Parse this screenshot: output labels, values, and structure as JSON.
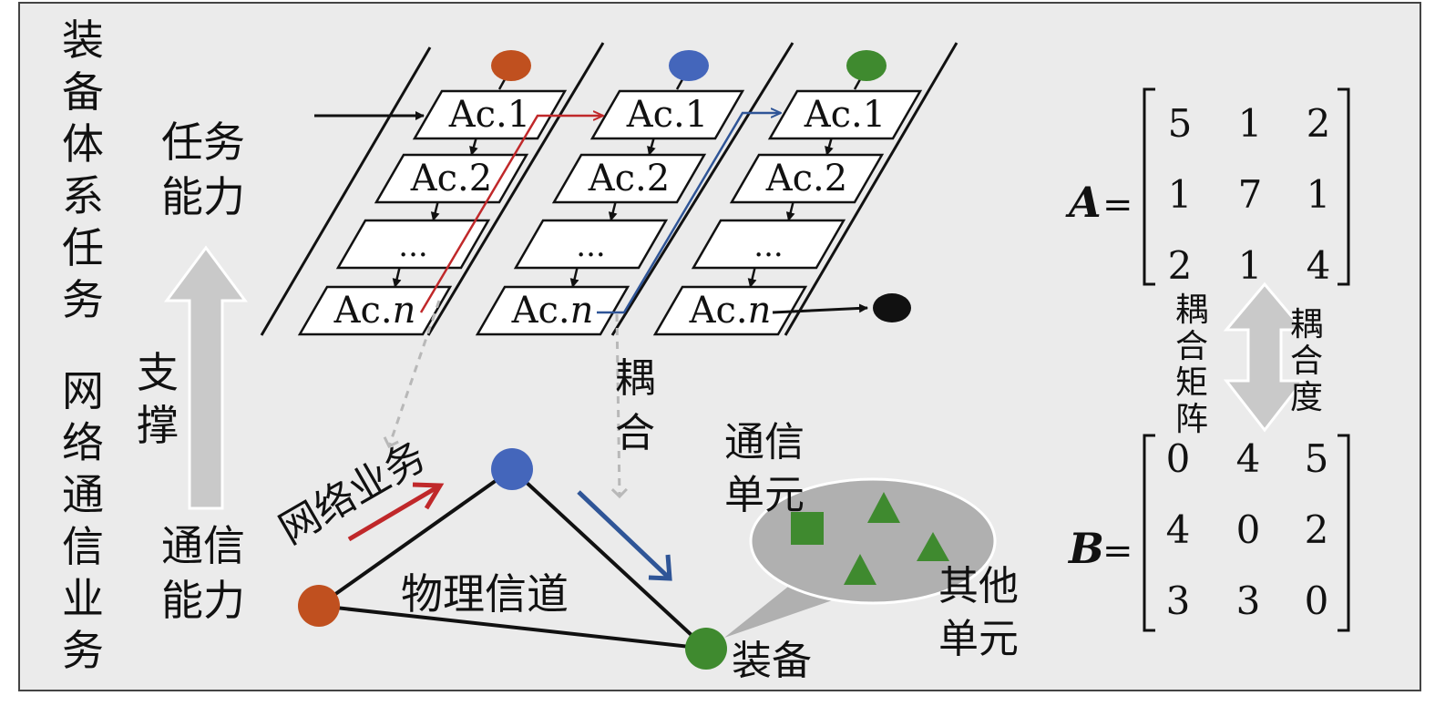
{
  "left_labels": {
    "equipment_task": [
      "装",
      "备",
      "体",
      "系",
      "任",
      "务"
    ],
    "network_service": [
      "网",
      "络",
      "通",
      "信",
      "业",
      "务"
    ],
    "task_capability": [
      "任务",
      "能力"
    ],
    "comm_capability": [
      "通信",
      "能力"
    ],
    "support": [
      "支",
      "撑"
    ]
  },
  "activity_columns": [
    {
      "node_color": "#c0501f",
      "items": [
        "Ac.1",
        "Ac.2",
        "...",
        "Ac."
      ],
      "last_italic": "n"
    },
    {
      "node_color": "#4466bb",
      "items": [
        "Ac.1",
        "Ac.2",
        "...",
        "Ac."
      ],
      "last_italic": "n"
    },
    {
      "node_color": "#3f8a2f",
      "items": [
        "Ac.1",
        "Ac.2",
        "...",
        "Ac."
      ],
      "last_italic": "n"
    }
  ],
  "coupling_label": [
    "耦",
    "合"
  ],
  "network": {
    "service_label": "网络业务",
    "channel_label": "物理信道",
    "comm_unit_label": [
      "通信",
      "单元"
    ],
    "other_unit_label": [
      "其他",
      "单元"
    ],
    "equipment_label": "装备",
    "node_colors": {
      "blue": "#4466bb",
      "orange": "#c0501f",
      "green": "#3f8a2f"
    }
  },
  "matrices": {
    "A": {
      "name": "A",
      "eq": "=",
      "rows": [
        [
          "5",
          "1",
          "2"
        ],
        [
          "1",
          "7",
          "1"
        ],
        [
          "2",
          "1",
          "4"
        ]
      ]
    },
    "B": {
      "name": "B",
      "eq": "=",
      "rows": [
        [
          "0",
          "4",
          "5"
        ],
        [
          "4",
          "0",
          "2"
        ],
        [
          "3",
          "3",
          "0"
        ]
      ]
    }
  },
  "matrix_arrow": {
    "left_label": [
      "耦",
      "合",
      "矩",
      "阵"
    ],
    "right_label": [
      "耦",
      "合",
      "度"
    ]
  },
  "colors": {
    "red_line": "#c0282a",
    "blue_line": "#2f5597",
    "gray_arrow": "#c9c9c9",
    "dashed": "#b8b8b8"
  }
}
